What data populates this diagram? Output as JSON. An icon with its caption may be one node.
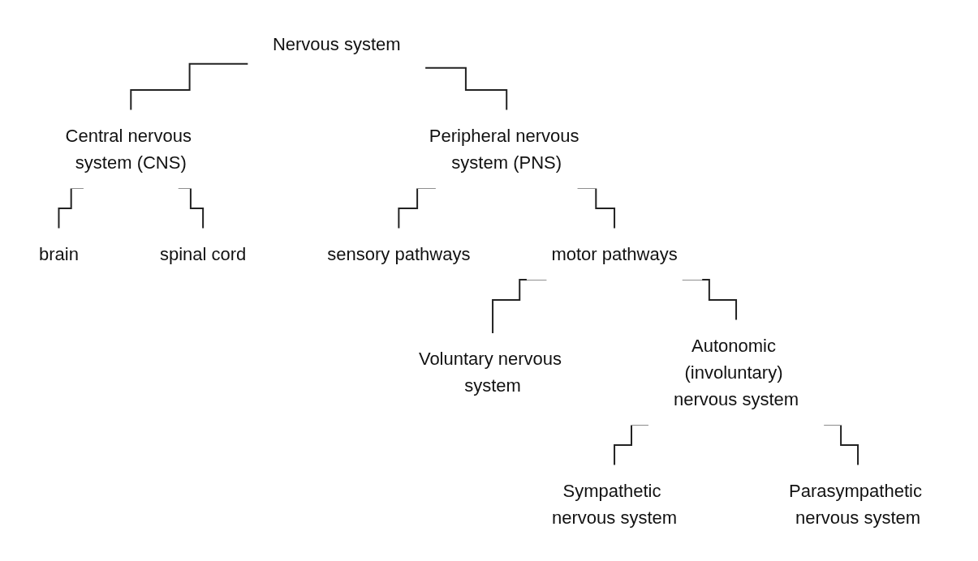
{
  "diagram": {
    "nodes": [
      {
        "text": [
          "Nervous system"
        ]
      },
      {
        "text": [
          "Central nervous system (CNS)"
        ]
      },
      {
        "text": [
          "Peripheral nervous system (PNS)"
        ]
      },
      {
        "text": [
          "brain"
        ]
      },
      {
        "text": [
          "spinal cord"
        ]
      },
      {
        "text": [
          "sensory pathways"
        ]
      },
      {
        "text": [
          "motor pathways"
        ]
      },
      {
        "text": [
          "Voluntary nervous system"
        ]
      },
      {
        "text": [
          "Autonomic (involuntary) nervous system"
        ]
      },
      {
        "text": [
          "Sympathetic nervous system"
        ]
      },
      {
        "text": [
          "Parasympathetic nervous system"
        ]
      }
    ],
    "edges": [
      {
        "from": 0,
        "to": 1,
        "arrow": "none"
      },
      {
        "from": 0,
        "to": 2,
        "arrow": "none"
      },
      {
        "from": 1,
        "to": 3,
        "arrow": "none"
      },
      {
        "from": 1,
        "to": 4,
        "arrow": "none"
      },
      {
        "from": 2,
        "to": 5,
        "arrow": "none"
      },
      {
        "from": 2,
        "to": 6,
        "arrow": "none"
      },
      {
        "from": 6,
        "to": 7,
        "arrow": "none"
      },
      {
        "from": 6,
        "to": 8,
        "arrow": "none"
      },
      {
        "from": 8,
        "to": 9,
        "arrow": "none"
      },
      {
        "from": 8,
        "to": 10,
        "arrow": "none"
      }
    ]
  }
}
